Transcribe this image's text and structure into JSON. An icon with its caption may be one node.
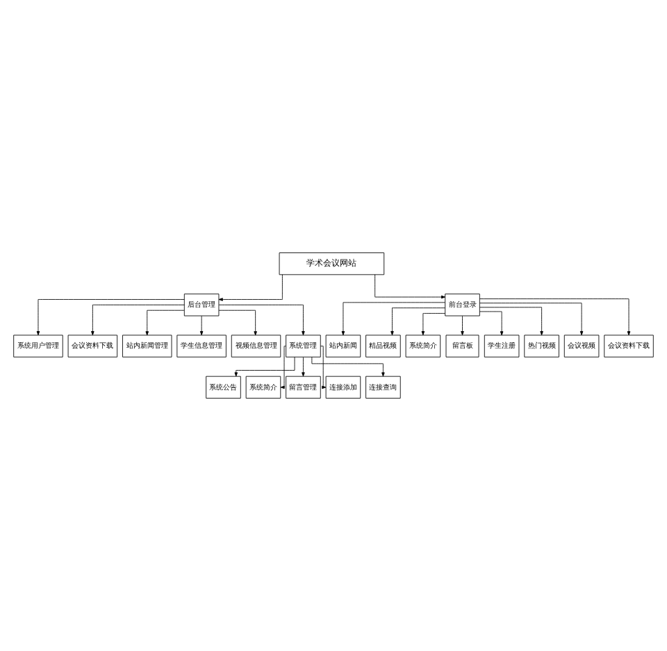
{
  "diagram": {
    "nodes": [
      {
        "text": [
          "学术会议网站"
        ]
      },
      {
        "text": [
          "后台管理"
        ]
      },
      {
        "text": [
          "前台登录"
        ]
      },
      {
        "text": [
          "系统用户管理"
        ]
      },
      {
        "text": [
          "会议资料下载"
        ]
      },
      {
        "text": [
          "站内新闻管理"
        ]
      },
      {
        "text": [
          "学生信息管理"
        ]
      },
      {
        "text": [
          "视频信息管理"
        ]
      },
      {
        "text": [
          "系统管理"
        ]
      },
      {
        "text": [
          "站内新闻"
        ]
      },
      {
        "text": [
          "精品视频"
        ]
      },
      {
        "text": [
          "系统简介"
        ]
      },
      {
        "text": [
          "留言板"
        ]
      },
      {
        "text": [
          "学生注册"
        ]
      },
      {
        "text": [
          "热门视频"
        ]
      },
      {
        "text": [
          "会议视频"
        ]
      },
      {
        "text": [
          "会议资料下载"
        ]
      },
      {
        "text": [
          "系统公告"
        ]
      },
      {
        "text": [
          "系统简介"
        ]
      },
      {
        "text": [
          "留言管理"
        ]
      },
      {
        "text": [
          "连接添加"
        ]
      },
      {
        "text": [
          "连接查询"
        ]
      }
    ],
    "edges": [
      {
        "from": 0,
        "to": 1,
        "arrow": "to"
      },
      {
        "from": 0,
        "to": 2,
        "arrow": "to"
      },
      {
        "from": 1,
        "to": 3,
        "arrow": "to"
      },
      {
        "from": 1,
        "to": 4,
        "arrow": "to"
      },
      {
        "from": 1,
        "to": 5,
        "arrow": "to"
      },
      {
        "from": 1,
        "to": 6,
        "arrow": "to"
      },
      {
        "from": 1,
        "to": 7,
        "arrow": "to"
      },
      {
        "from": 1,
        "to": 8,
        "arrow": "to"
      },
      {
        "from": 2,
        "to": 9,
        "arrow": "to"
      },
      {
        "from": 2,
        "to": 10,
        "arrow": "to"
      },
      {
        "from": 2,
        "to": 11,
        "arrow": "to"
      },
      {
        "from": 2,
        "to": 12,
        "arrow": "to"
      },
      {
        "from": 2,
        "to": 13,
        "arrow": "to"
      },
      {
        "from": 2,
        "to": 14,
        "arrow": "to"
      },
      {
        "from": 2,
        "to": 15,
        "arrow": "to"
      },
      {
        "from": 2,
        "to": 16,
        "arrow": "to"
      },
      {
        "from": 8,
        "to": 17,
        "arrow": "to"
      },
      {
        "from": 8,
        "to": 18,
        "arrow": "to"
      },
      {
        "from": 8,
        "to": 19,
        "arrow": "to"
      },
      {
        "from": 8,
        "to": 20,
        "arrow": "to"
      },
      {
        "from": 8,
        "to": 21,
        "arrow": "to"
      }
    ]
  }
}
